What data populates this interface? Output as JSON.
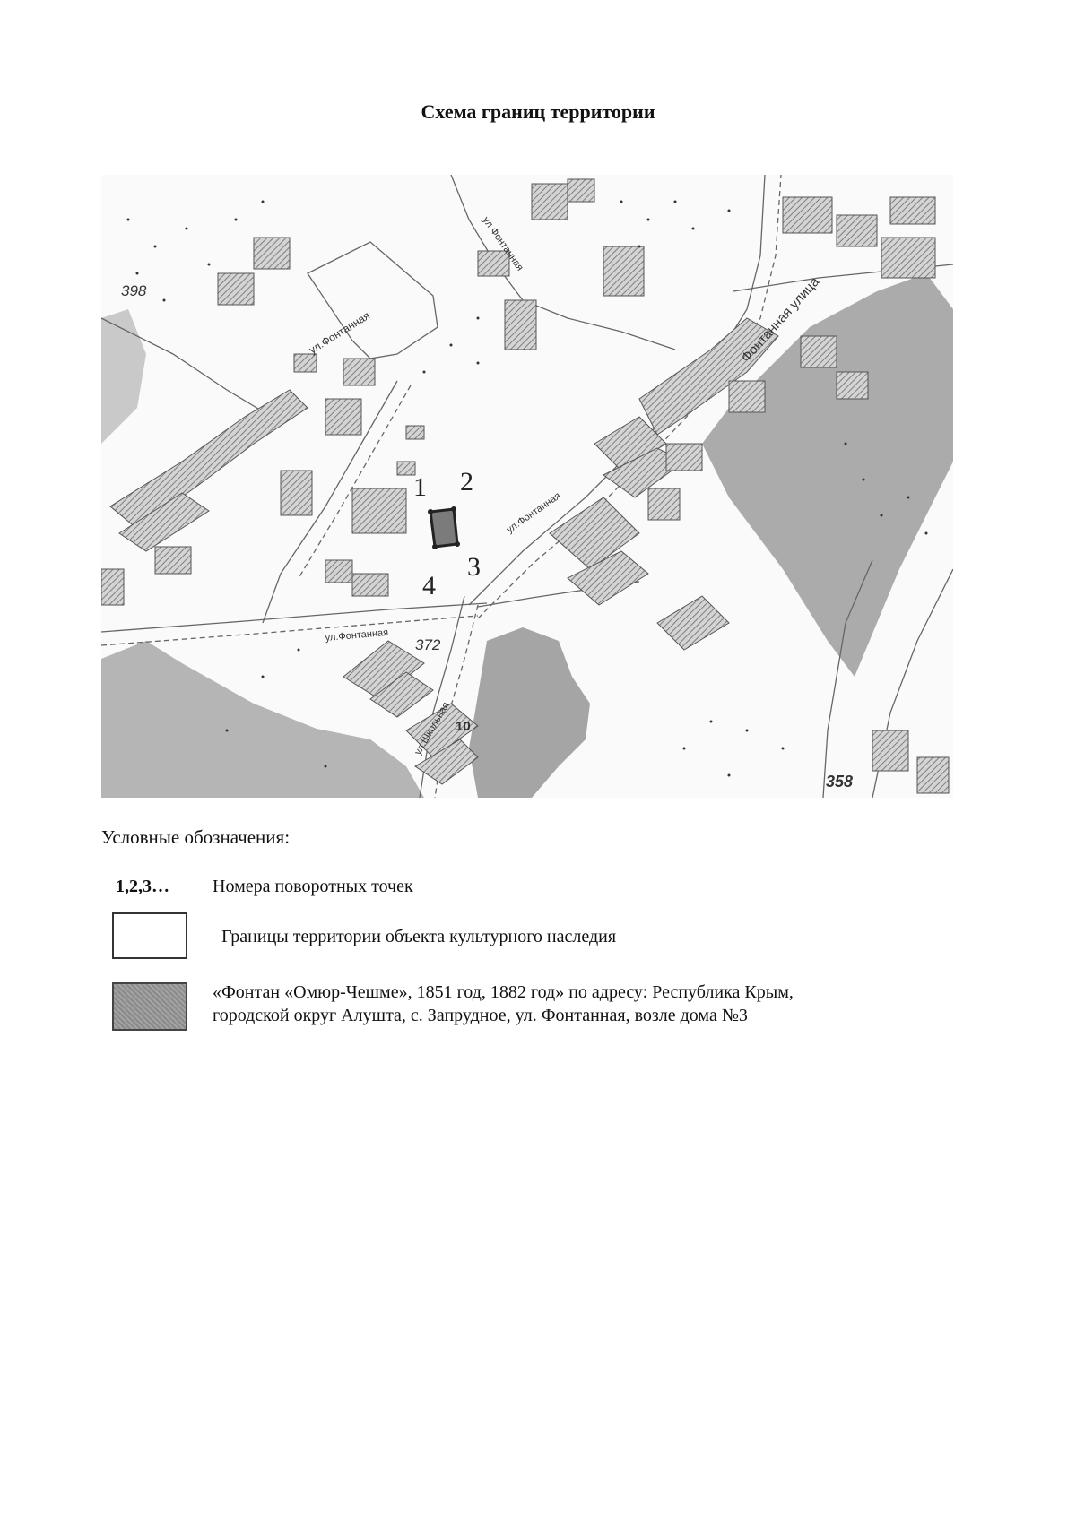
{
  "title": "Схема границ территории",
  "map": {
    "street_labels": [
      "ул.Фонтанная",
      "Фонтанная улица",
      "ул.Фонтанная",
      "ул.Фонтанная",
      "ул.Школьная",
      "ул.Фонтанная"
    ],
    "elevations": [
      "398",
      "372",
      "358"
    ],
    "house_number": "10",
    "turning_points": [
      "1",
      "2",
      "3",
      "4"
    ],
    "colors": {
      "object_fill": "#7b7b7b",
      "gray_zone": "#a4a4a4",
      "building": "#bdbdbd"
    }
  },
  "legend": {
    "heading": "Условные обозначения:",
    "points_symbol": "1,2,3…",
    "points_text": "Номера поворотных точек",
    "boundary_text": "Границы территории объекта культурного наследия",
    "object_text_1": "«Фонтан «Омюр-Чешме», 1851 год, 1882 год» по адресу: Республика Крым,",
    "object_text_2": "городской округ Алушта, с. Запрудное, ул. Фонтанная, возле дома №3"
  }
}
